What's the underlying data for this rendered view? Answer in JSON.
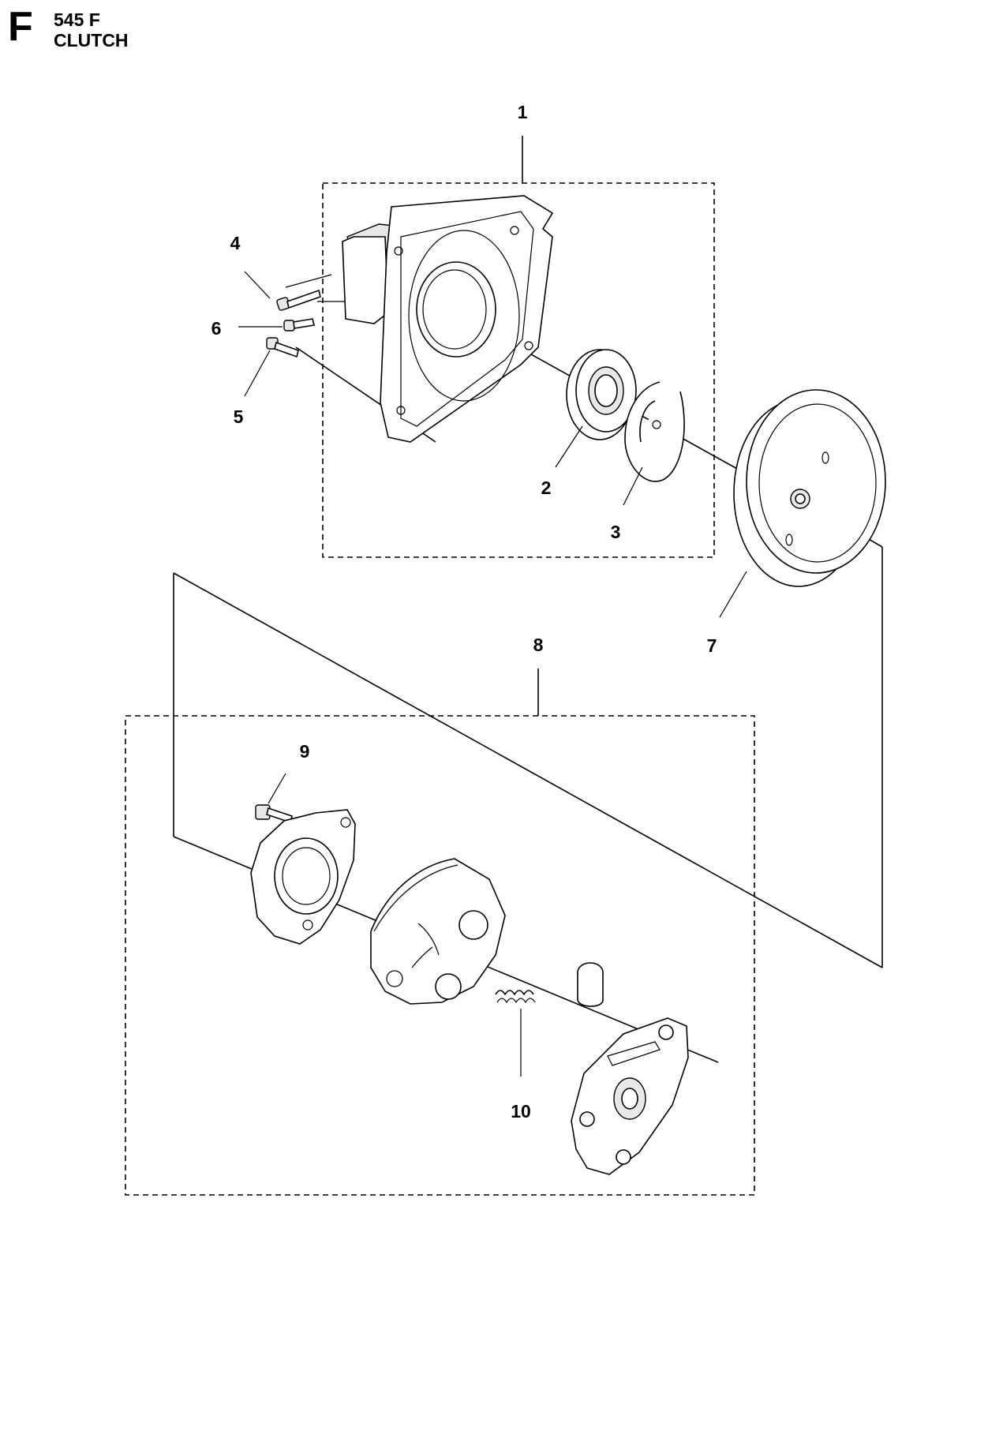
{
  "header": {
    "section_letter": "F",
    "model": "545 F",
    "title": "CLUTCH"
  },
  "callouts": [
    "1",
    "2",
    "3",
    "4",
    "5",
    "6",
    "7",
    "8",
    "9",
    "10"
  ]
}
